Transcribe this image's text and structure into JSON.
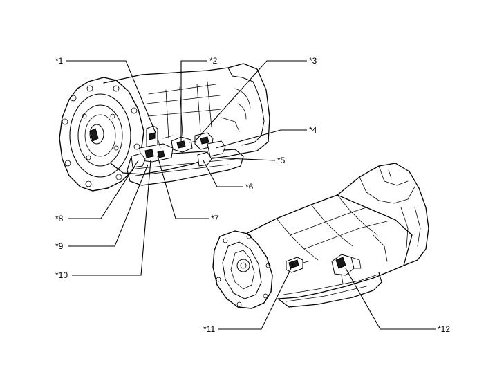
{
  "callouts": [
    {
      "id": "c1",
      "label": "*1"
    },
    {
      "id": "c2",
      "label": "*2"
    },
    {
      "id": "c3",
      "label": "*3"
    },
    {
      "id": "c4",
      "label": "*4"
    },
    {
      "id": "c5",
      "label": "*5"
    },
    {
      "id": "c6",
      "label": "*6"
    },
    {
      "id": "c7",
      "label": "*7"
    },
    {
      "id": "c8",
      "label": "*8"
    },
    {
      "id": "c9",
      "label": "*9"
    },
    {
      "id": "c10",
      "label": "*10"
    },
    {
      "id": "c11",
      "label": "*11"
    },
    {
      "id": "c12",
      "label": "*12"
    }
  ]
}
